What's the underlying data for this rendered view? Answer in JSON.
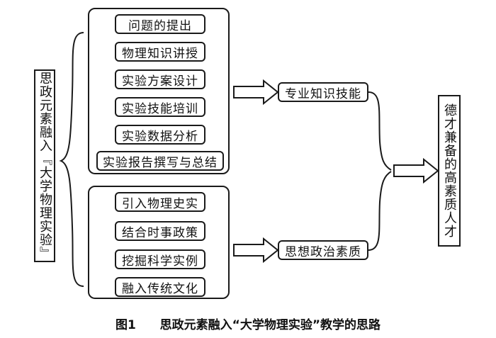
{
  "left_label": "思政元素融入『大学物理实验』",
  "group_top": {
    "items": [
      "问题的提出",
      "物理知识讲授",
      "实验方案设计",
      "实验技能培训",
      "实验数据分析",
      "实验报告撰写与总结"
    ]
  },
  "group_bottom": {
    "items": [
      "引入物理史实",
      "结合时事政策",
      "挖掘科学实例",
      "融入传统文化"
    ]
  },
  "outcome_top": "专业知识技能",
  "outcome_bottom": "思想政治素质",
  "final_label": "德才兼备的高素质人才",
  "caption": {
    "figure_number": "图1",
    "title": "思政元素融入“大学物理实验”教学的思路"
  }
}
